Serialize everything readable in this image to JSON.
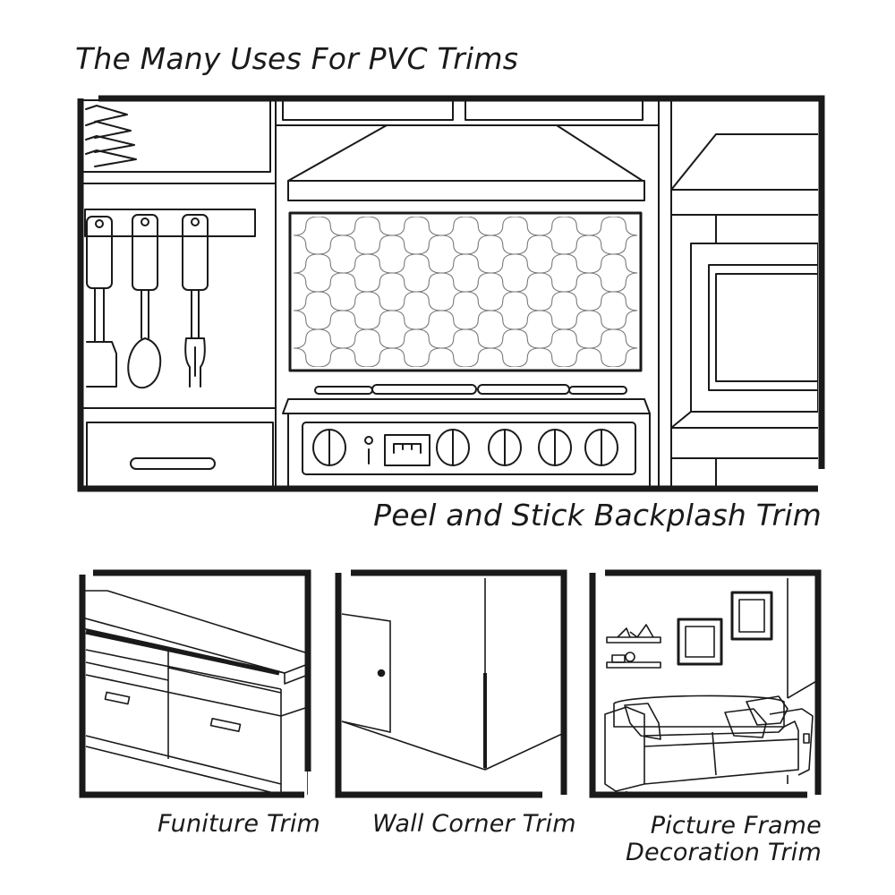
{
  "title": "The Many Uses For PVC Trims",
  "panels": {
    "kitchen": {
      "caption": "Peel and Stick Backplash Trim"
    },
    "furniture": {
      "caption": "Funiture Trim"
    },
    "wall_corner": {
      "caption": "Wall Corner Trim"
    },
    "picture_frame": {
      "caption_line1": "Picture Frame",
      "caption_line2": "Decoration Trim"
    }
  },
  "colors": {
    "line": "#1a1a1a",
    "background": "#ffffff",
    "tile": "#7a7a7a"
  }
}
